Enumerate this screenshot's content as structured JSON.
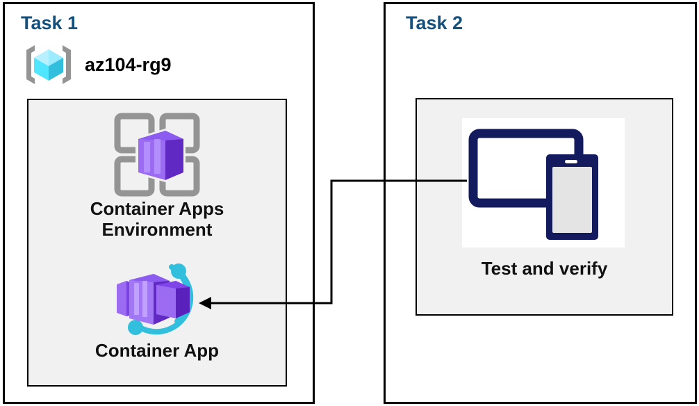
{
  "diagram": {
    "title": "Azure Container Apps task diagram",
    "background": "#ffffff",
    "colors": {
      "task_title": "#13507d",
      "panel_fill": "#f1f1f1",
      "border": "#000000",
      "label_text": "#111111",
      "container_purple": "#773adc",
      "container_purple_light": "#9b6cf2",
      "accent_cyan": "#32bedd",
      "bracket_gray": "#949494",
      "grid_gray": "#949494",
      "device_navy": "#141a5e",
      "device_screen": "#e4e4e4",
      "cube_blue": "#50e6ff"
    }
  },
  "task1": {
    "title": "Task 1",
    "resource_group": {
      "name": "az104-rg9",
      "icon": "resource-group-icon"
    },
    "resources": [
      {
        "label": "Container Apps\nEnvironment",
        "icon": "container-apps-environment-icon"
      },
      {
        "label": "Container App",
        "icon": "container-app-icon"
      }
    ]
  },
  "task2": {
    "title": "Task 2",
    "resources": [
      {
        "label": "Test and verify",
        "icon": "test-and-verify-devices-icon"
      }
    ]
  },
  "connector": {
    "name": "test-to-container-app-arrow",
    "direction": "from Test and verify to Container App",
    "arrowhead": "left"
  }
}
